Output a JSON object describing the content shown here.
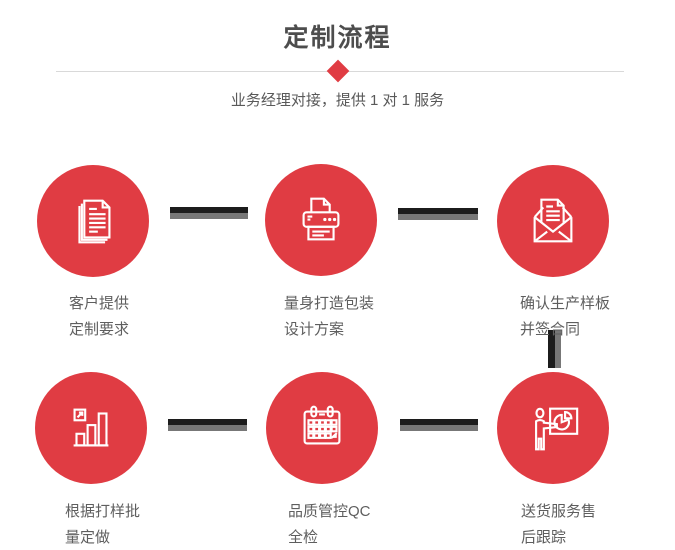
{
  "header": {
    "title": "定制流程",
    "subtitle": "业务经理对接，提供 1 对 1 服务"
  },
  "colors": {
    "accent_red": "#e03c43",
    "title_text": "#4d4d4d",
    "body_text": "#5e5e5e",
    "connector_dark": "#1c1c1c",
    "connector_gray": "#777777",
    "divider_gray": "#d9d9d9"
  },
  "steps": [
    {
      "icon": "documents-icon",
      "lines": [
        "客户提供",
        "定制要求"
      ]
    },
    {
      "icon": "printer-icon",
      "lines": [
        "量身打造包装",
        "设计方案"
      ]
    },
    {
      "icon": "envelope-letter-icon",
      "lines": [
        "确认生产样板",
        "并签合同"
      ]
    },
    {
      "icon": "bar-chart-growth-icon",
      "lines": [
        "根据打样批",
        "量定做"
      ]
    },
    {
      "icon": "calendar-icon",
      "lines": [
        "品质管控QC",
        "全检"
      ]
    },
    {
      "icon": "presentation-pie-icon",
      "lines": [
        "送货服务售",
        "后跟踪"
      ]
    }
  ]
}
